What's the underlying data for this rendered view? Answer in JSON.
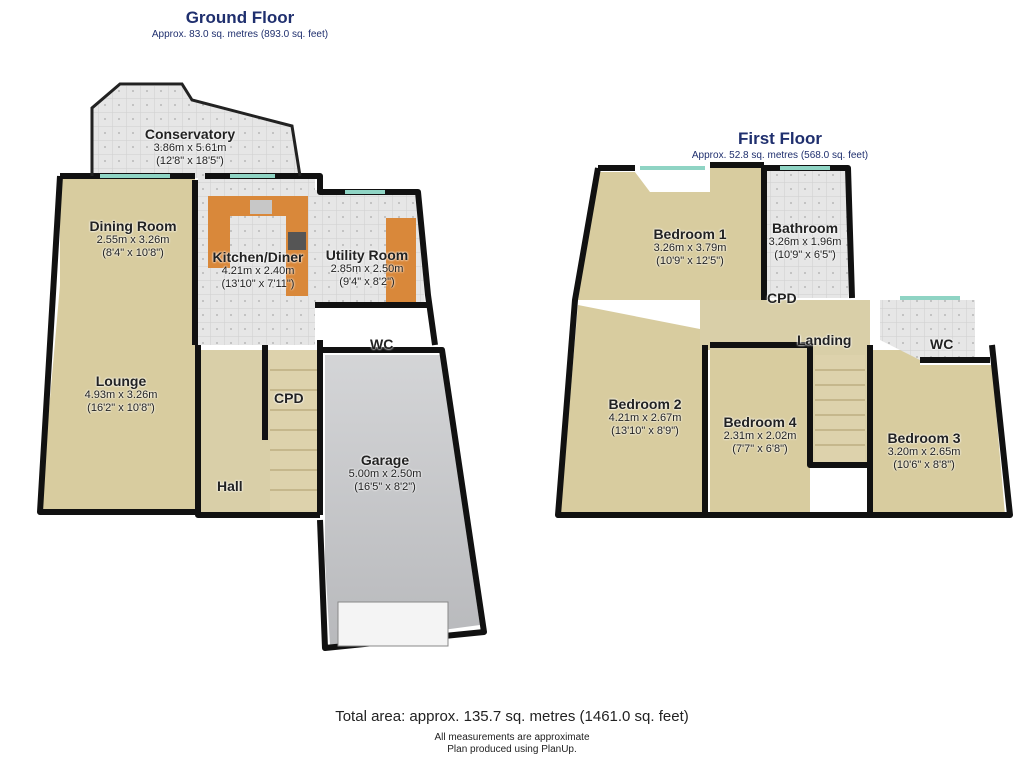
{
  "ground_floor": {
    "title": "Ground Floor",
    "area": "Approx. 83.0 sq. metres (893.0 sq. feet)",
    "rooms": [
      {
        "name": "Conservatory",
        "metric": "3.86m x 5.61m",
        "imperial": "(12'8\" x 18'5\")"
      },
      {
        "name": "Dining Room",
        "metric": "2.55m x 3.26m",
        "imperial": "(8'4\" x 10'8\")"
      },
      {
        "name": "Kitchen/Diner",
        "metric": "4.21m x 2.40m",
        "imperial": "(13'10\" x 7'11\")"
      },
      {
        "name": "Utility Room",
        "metric": "2.85m x 2.50m",
        "imperial": "(9'4\" x 8'2\")"
      },
      {
        "name": "Lounge",
        "metric": "4.93m x 3.26m",
        "imperial": "(16'2\" x 10'8\")"
      },
      {
        "name": "Garage",
        "metric": "5.00m x 2.50m",
        "imperial": "(16'5\" x 8'2\")"
      }
    ],
    "labels": {
      "cpd": "CPD",
      "wc": "WC",
      "hall": "Hall"
    }
  },
  "first_floor": {
    "title": "First Floor",
    "area": "Approx. 52.8 sq. metres (568.0 sq. feet)",
    "rooms": [
      {
        "name": "Bedroom 1",
        "metric": "3.26m x 3.79m",
        "imperial": "(10'9\" x 12'5\")"
      },
      {
        "name": "Bathroom",
        "metric": "3.26m x 1.96m",
        "imperial": "(10'9\" x 6'5\")"
      },
      {
        "name": "Bedroom 2",
        "metric": "4.21m x 2.67m",
        "imperial": "(13'10\" x 8'9\")"
      },
      {
        "name": "Bedroom 4",
        "metric": "2.31m x 2.02m",
        "imperial": "(7'7\" x 6'8\")"
      },
      {
        "name": "Bedroom 3",
        "metric": "3.20m x 2.65m",
        "imperial": "(10'6\" x 8'8\")"
      }
    ],
    "labels": {
      "cpd": "CPD",
      "landing": "Landing",
      "wc": "WC"
    }
  },
  "footer": {
    "total": "Total area: approx. 135.7 sq. metres (1461.0 sq. feet)",
    "note1": "All measurements are approximate",
    "note2": "Plan produced using PlanUp."
  },
  "colors": {
    "title": "#1f2f6e",
    "wall": "#111111",
    "carpet": "#d6cba0",
    "tile": "#e4e4e4",
    "garage": "#c9cacc",
    "worktop": "#d9883a",
    "window": "#cdeee6"
  }
}
